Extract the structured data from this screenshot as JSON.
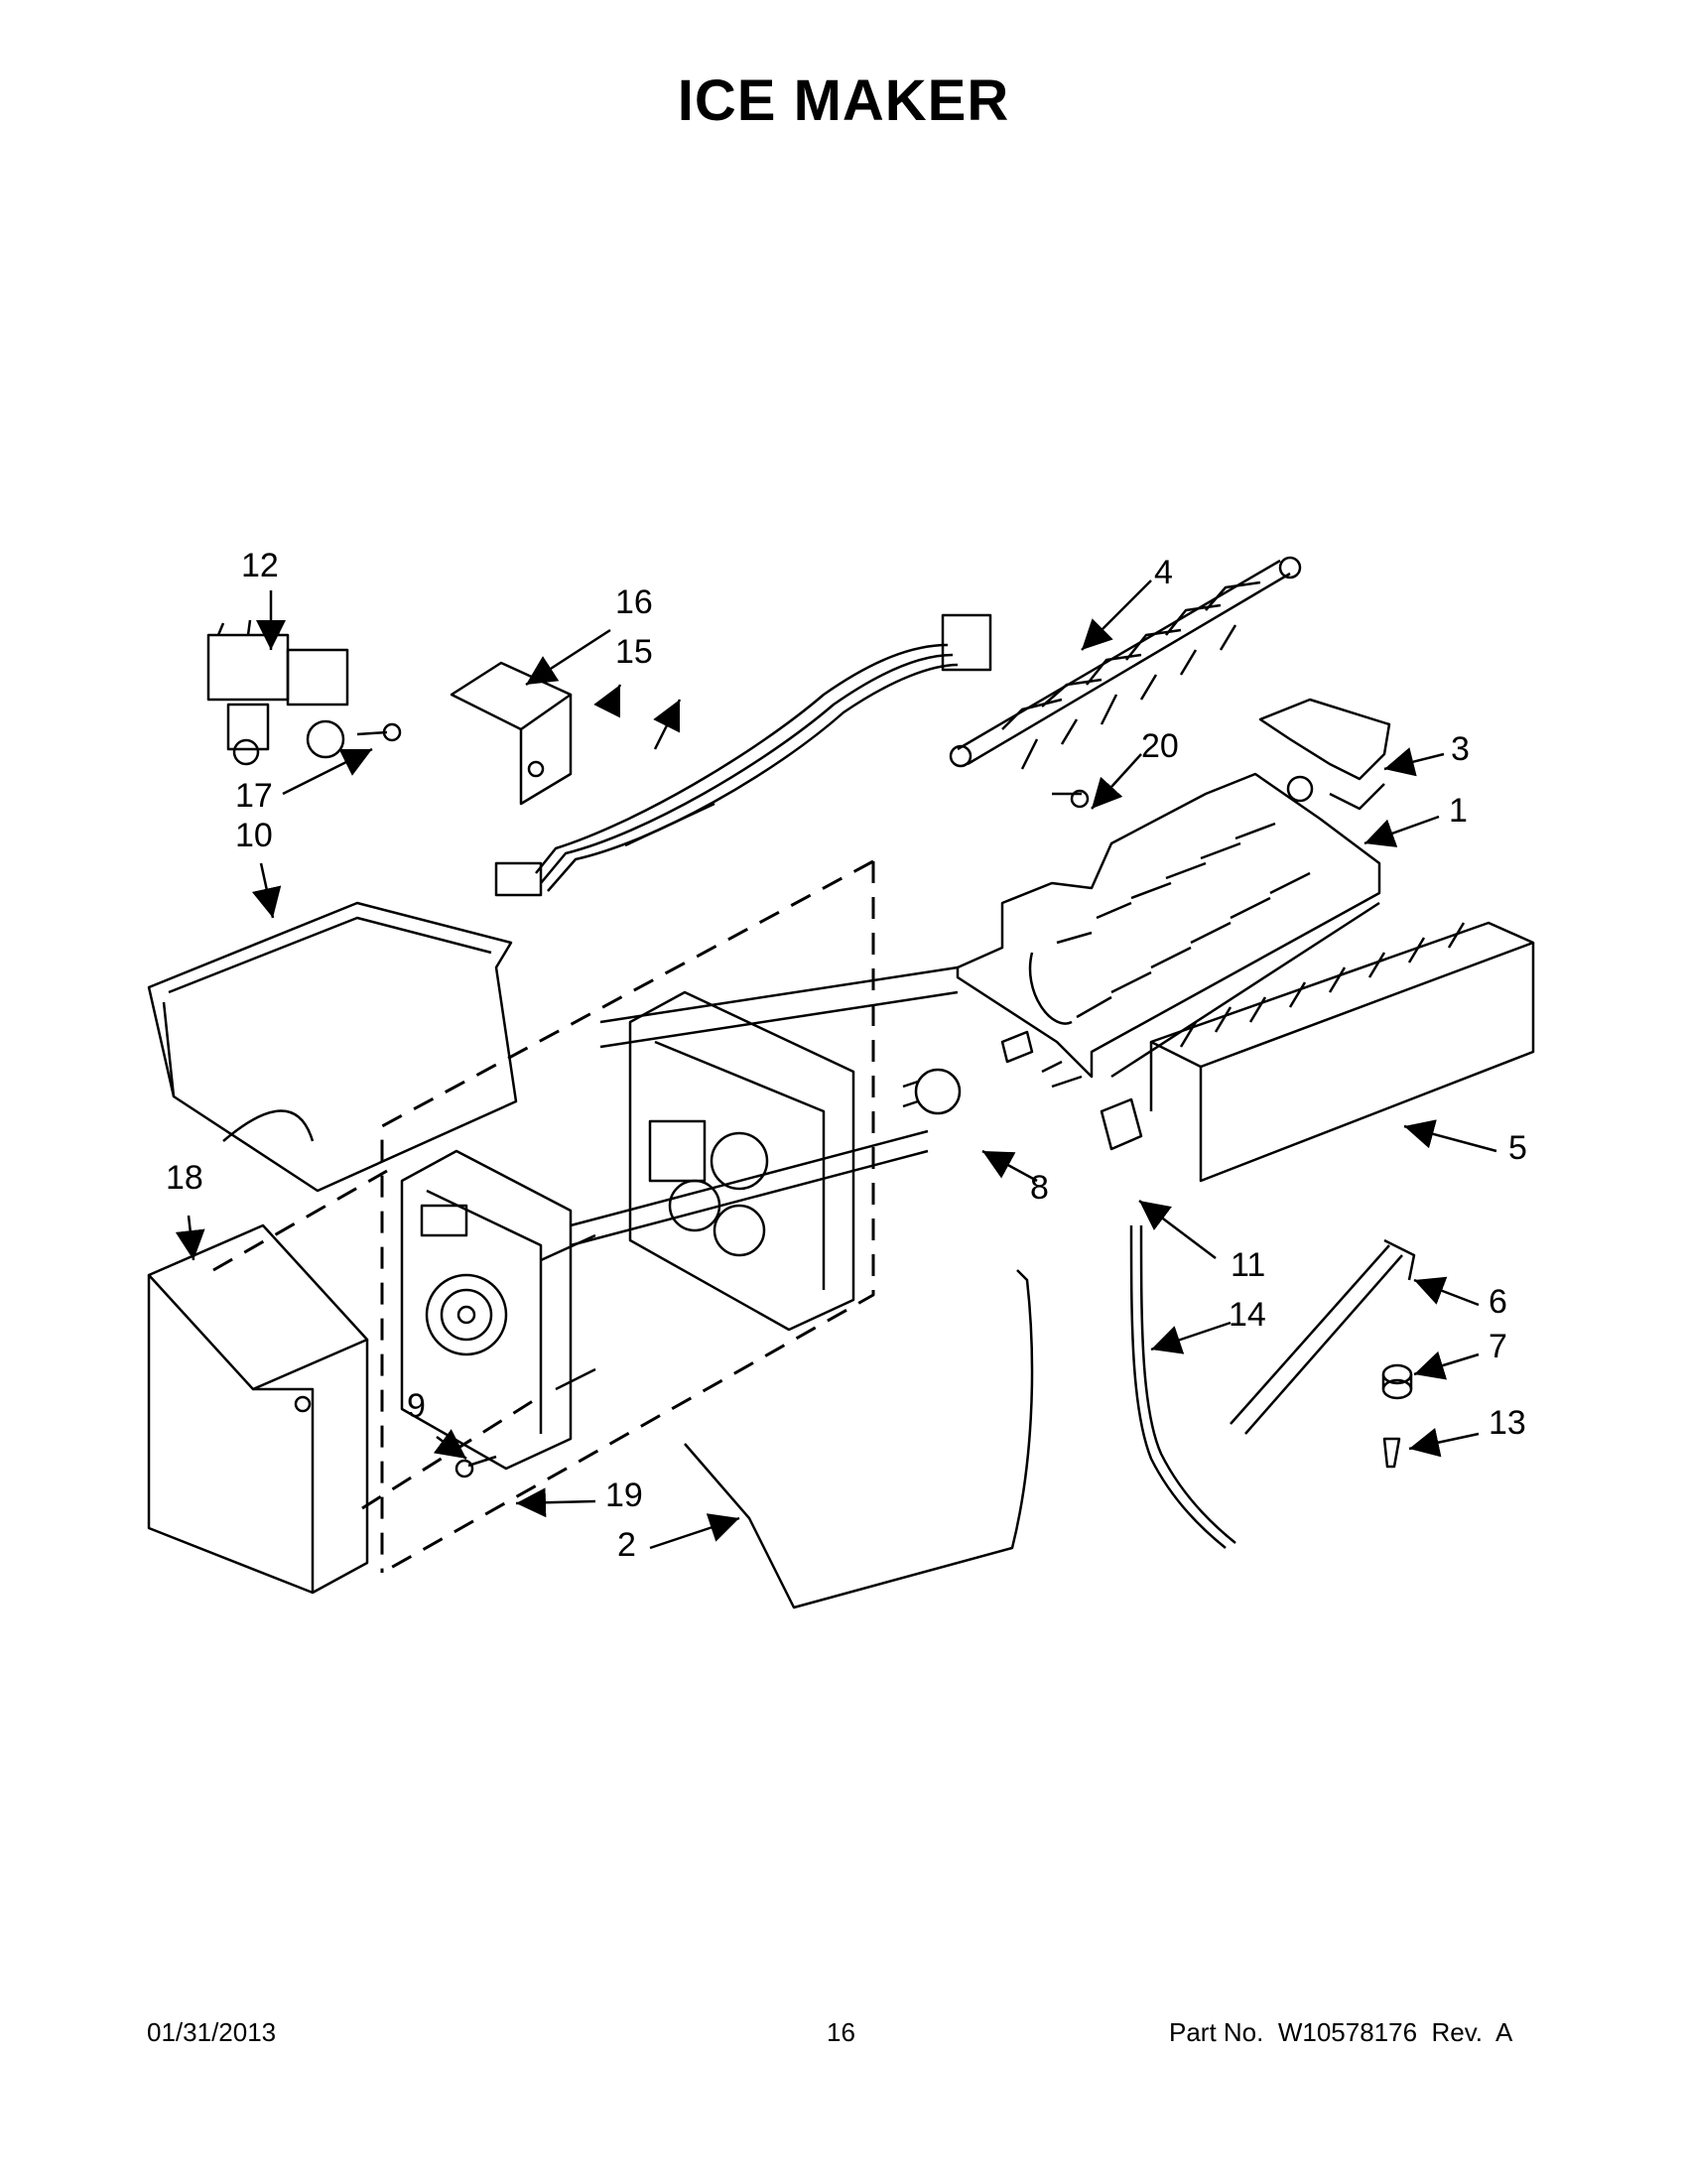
{
  "title": "ICE MAKER",
  "callouts": [
    "1",
    "2",
    "3",
    "4",
    "5",
    "6",
    "7",
    "8",
    "9",
    "10",
    "11",
    "12",
    "13",
    "14",
    "15",
    "16",
    "17",
    "18",
    "19",
    "20"
  ],
  "footer": {
    "date": "01/31/2013",
    "page": "16",
    "part_no": "Part No.  W10578176  Rev.  A"
  }
}
